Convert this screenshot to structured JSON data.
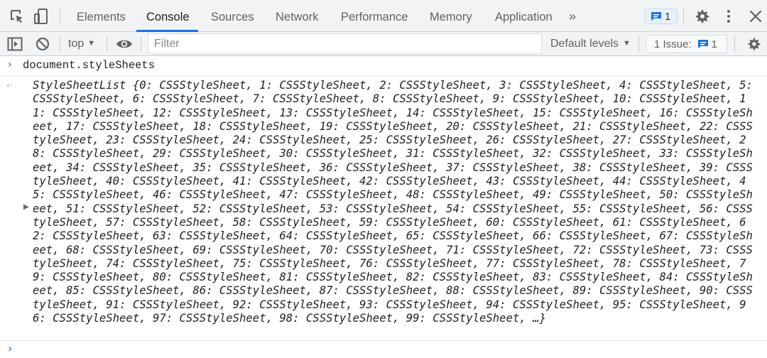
{
  "tabbar": {
    "tabs": [
      "Elements",
      "Console",
      "Sources",
      "Network",
      "Performance",
      "Memory",
      "Application"
    ],
    "active_tab": "Console",
    "more_tabs_label": "»",
    "messages_count": "1"
  },
  "toolbar": {
    "context": "top",
    "filter_placeholder": "Filter",
    "levels_label": "Default levels",
    "issues_label": "1 Issue:",
    "issues_count": "1"
  },
  "console": {
    "command": "document.styleSheets",
    "result": "StyleSheetList {0: CSSStyleSheet, 1: CSSStyleSheet, 2: CSSStyleSheet, 3: CSSStyleSheet, 4: CSSStyleSheet, 5: CSSStyleSheet, 6: CSSStyleSheet, 7: CSSStyleSheet, 8: CSSStyleSheet, 9: CSSStyleSheet, 10: CSSStyleSheet, 11: CSSStyleSheet, 12: CSSStyleSheet, 13: CSSStyleSheet, 14: CSSStyleSheet, 15: CSSStyleSheet, 16: CSSStyleSheet, 17: CSSStyleSheet, 18: CSSStyleSheet, 19: CSSStyleSheet, 20: CSSStyleSheet, 21: CSSStyleSheet, 22: CSSStyleSheet, 23: CSSStyleSheet, 24: CSSStyleSheet, 25: CSSStyleSheet, 26: CSSStyleSheet, 27: CSSStyleSheet, 28: CSSStyleSheet, 29: CSSStyleSheet, 30: CSSStyleSheet, 31: CSSStyleSheet, 32: CSSStyleSheet, 33: CSSStyleSheet, 34: CSSStyleSheet, 35: CSSStyleSheet, 36: CSSStyleSheet, 37: CSSStyleSheet, 38: CSSStyleSheet, 39: CSSStyleSheet, 40: CSSStyleSheet, 41: CSSStyleSheet, 42: CSSStyleSheet, 43: CSSStyleSheet, 44: CSSStyleSheet, 45: CSSStyleSheet, 46: CSSStyleSheet, 47: CSSStyleSheet, 48: CSSStyleSheet, 49: CSSStyleSheet, 50: CSSStyleSheet, 51: CSSStyleSheet, 52: CSSStyleSheet, 53: CSSStyleSheet, 54: CSSStyleSheet, 55: CSSStyleSheet, 56: CSSStyleSheet, 57: CSSStyleSheet, 58: CSSStyleSheet, 59: CSSStyleSheet, 60: CSSStyleSheet, 61: CSSStyleSheet, 62: CSSStyleSheet, 63: CSSStyleSheet, 64: CSSStyleSheet, 65: CSSStyleSheet, 66: CSSStyleSheet, 67: CSSStyleSheet, 68: CSSStyleSheet, 69: CSSStyleSheet, 70: CSSStyleSheet, 71: CSSStyleSheet, 72: CSSStyleSheet, 73: CSSStyleSheet, 74: CSSStyleSheet, 75: CSSStyleSheet, 76: CSSStyleSheet, 77: CSSStyleSheet, 78: CSSStyleSheet, 79: CSSStyleSheet, 80: CSSStyleSheet, 81: CSSStyleSheet, 82: CSSStyleSheet, 83: CSSStyleSheet, 84: CSSStyleSheet, 85: CSSStyleSheet, 86: CSSStyleSheet, 87: CSSStyleSheet, 88: CSSStyleSheet, 89: CSSStyleSheet, 90: CSSStyleSheet, 91: CSSStyleSheet, 92: CSSStyleSheet, 93: CSSStyleSheet, 94: CSSStyleSheet, 95: CSSStyleSheet, 96: CSSStyleSheet, 97: CSSStyleSheet, 98: CSSStyleSheet, 99: CSSStyleSheet, …}"
  },
  "colors": {
    "accent": "#1a73e8",
    "toolbar_bg": "#f1f3f4",
    "text": "#303942"
  }
}
